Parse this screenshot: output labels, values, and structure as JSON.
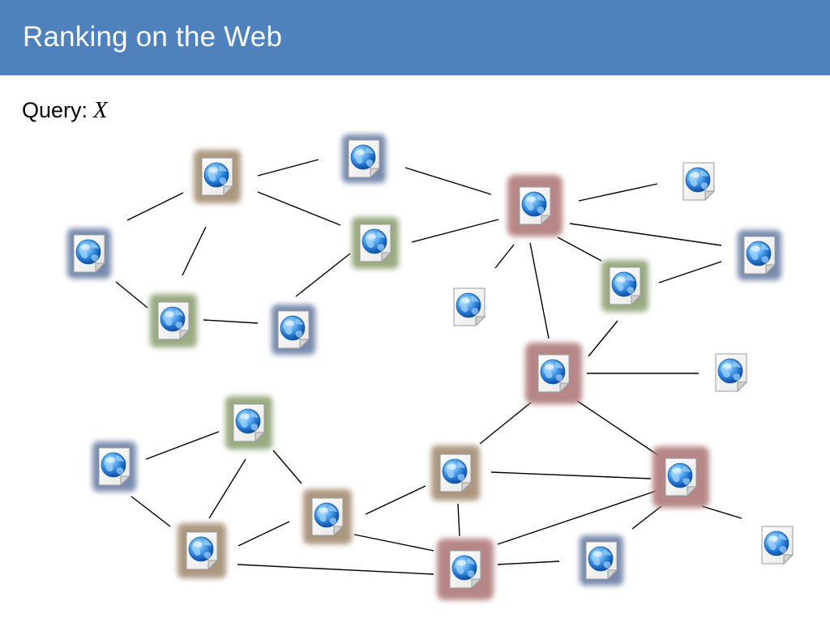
{
  "slide": {
    "title": "Ranking on the Web",
    "query_label": "Query:",
    "query_variable": "X"
  },
  "graph": {
    "node_icon": "web-page-globe-icon",
    "highlight_colors": {
      "red": "#b07a7a",
      "tan": "#a48d73",
      "green": "#8fa275",
      "blue": "#6a7fa6",
      "none": "#c8c8c8"
    }
  }
}
